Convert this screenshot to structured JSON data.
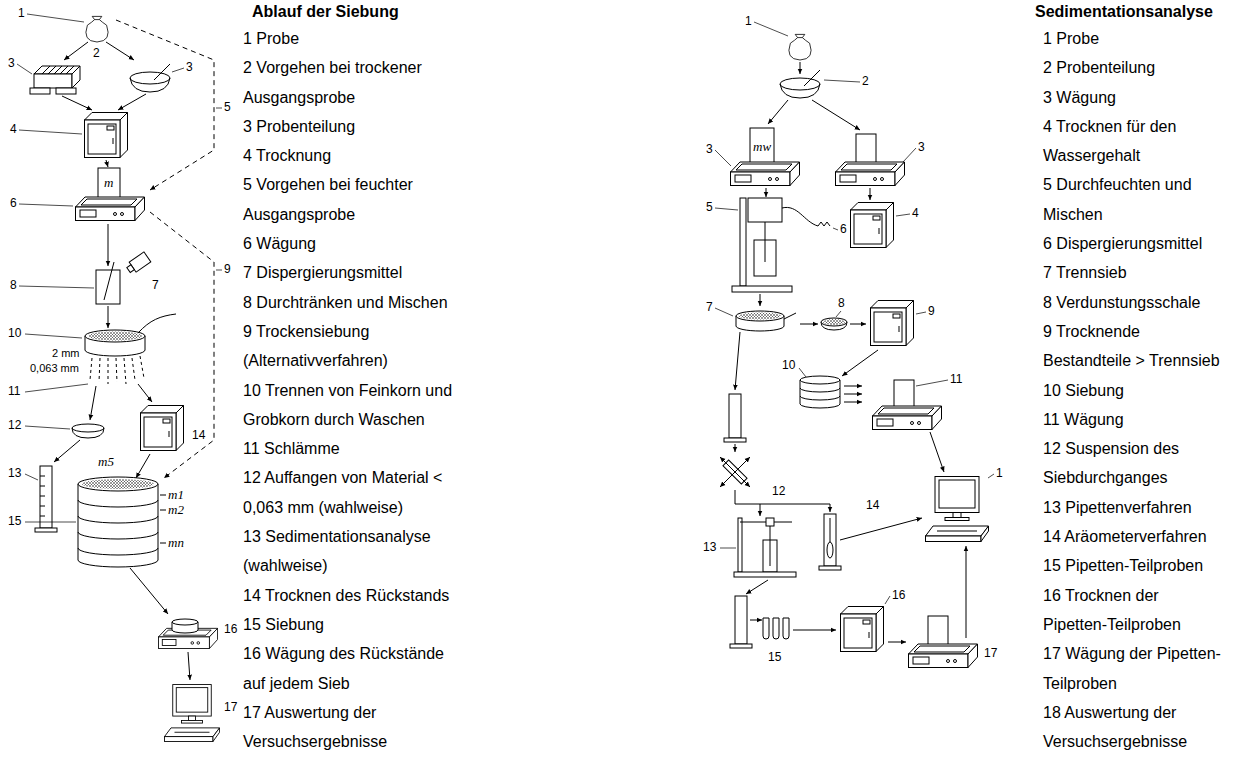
{
  "diagram": {
    "labels": [
      "Ablauf der Siebung",
      "1 Probe",
      "2 Vorgehen bei trockener Ausgangsprobe",
      "3 Probenteilung",
      "4 Trocknung",
      "5 Vorgehen bei feuchter Ausgangsprobe",
      "6 Wägung",
      "7 Dispergierungsmittel",
      "8 Durchtränken und Mischen",
      "9 Trockensiebung (Alternativverfahren)",
      "10 Trennen von Feinkorn und Grobkorn durch Waschen",
      "11 Schlämme",
      "12 Auffangen von Material < 0,063 mm (wahlweise)",
      "13 Sedimentationsanalyse (wahlweise)",
      "14 Trocknen des Rückstands",
      "15 Siebung",
      "16 Wägung des Rückstände auf jedem Sieb",
      "17 Auswertung der Versuchsergebnisse",
      "1",
      "2",
      "3",
      "3",
      "4",
      "5",
      "6",
      "7",
      "8",
      "9",
      "10",
      "11",
      "12",
      "13",
      "14",
      "15",
      "16",
      "17",
      "m",
      "2 mm",
      "0,063 mm",
      "m5",
      "m1",
      "m2",
      "mn",
      "Sedimentationsanalyse",
      "1 Probe",
      "2 Probenteilung",
      "3 Wägung",
      "4 Trocknen für den Wassergehalt",
      "5 Durchfeuchten und Mischen",
      "6 Dispergierungsmittel",
      "7 Trennsieb",
      "8 Verdunstungsschale",
      "9 Trocknende Bestandteile > Trennsieb",
      "10 Siebung",
      "11 Wägung",
      "12 Suspension des Siebdurchganges",
      "13 Pipettenverfahren",
      "14 Aräometerverfahren",
      "15 Pipetten-Teilproben",
      "16 Trocknen der Pipetten-Teilproben",
      "17 Wägung der Pipetten-Teilproben",
      "18 Auswertung der Versuchsergebnisse",
      "1",
      "2",
      "3",
      "3",
      "4",
      "5",
      "6",
      "7",
      "8",
      "9",
      "10",
      "11",
      "12",
      "13",
      "14",
      "15",
      "16",
      "17",
      "1",
      "mw"
    ]
  }
}
